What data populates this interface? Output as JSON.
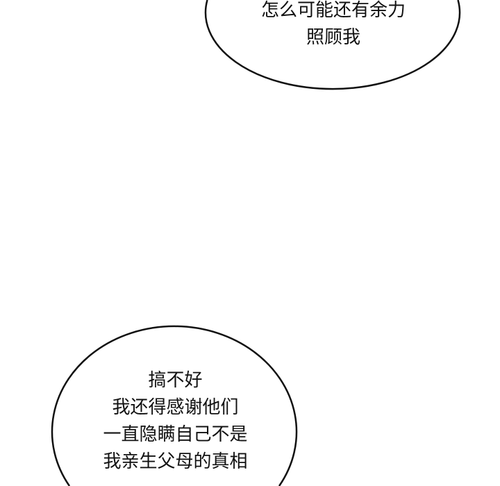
{
  "bubbles": {
    "top": {
      "lines": [
        "怎么可能还有余力",
        "照顾我"
      ]
    },
    "bottom": {
      "lines": [
        "搞不好",
        "我还得感谢他们",
        "一直隐瞒自己不是",
        "我亲生父母的真相"
      ]
    }
  },
  "colors": {
    "background": "#ffffff",
    "outline": "#111111",
    "text": "#111111"
  }
}
